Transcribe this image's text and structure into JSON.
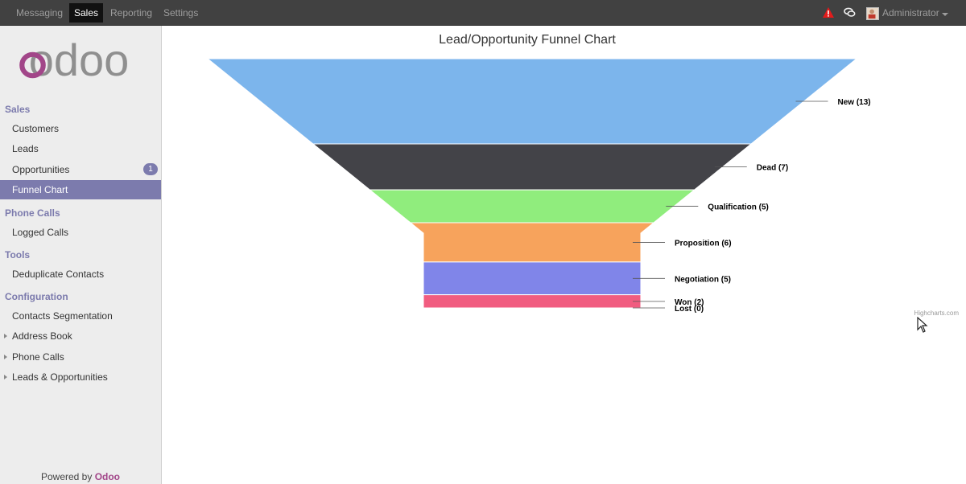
{
  "topbar": {
    "menu": [
      "Messaging",
      "Sales",
      "Reporting",
      "Settings"
    ],
    "active_menu": "Sales",
    "user": "Administrator"
  },
  "sidebar": {
    "logo_text": "odoo",
    "sections": [
      {
        "title": "Sales",
        "items": [
          {
            "label": "Customers"
          },
          {
            "label": "Leads"
          },
          {
            "label": "Opportunities",
            "badge": "1"
          },
          {
            "label": "Funnel Chart",
            "active": true
          }
        ]
      },
      {
        "title": "Phone Calls",
        "items": [
          {
            "label": "Logged Calls"
          }
        ]
      },
      {
        "title": "Tools",
        "items": [
          {
            "label": "Deduplicate Contacts"
          }
        ]
      },
      {
        "title": "Configuration",
        "items": [
          {
            "label": "Contacts Segmentation"
          },
          {
            "label": "Address Book",
            "expandable": true
          },
          {
            "label": "Phone Calls",
            "expandable": true
          },
          {
            "label": "Leads & Opportunities",
            "expandable": true
          }
        ]
      }
    ],
    "powered_by": "Powered by",
    "powered_brand": "Odoo"
  },
  "colors": {
    "accent": "#7c7bad",
    "brand": "#a24689",
    "topbar": "#414141",
    "alert": "#e31b1b"
  },
  "icons": [
    "alert-icon",
    "chat-icon",
    "avatar",
    "caret-down-icon",
    "expand-triangle-icon",
    "mouse-cursor-icon"
  ],
  "chart_data": {
    "type": "funnel",
    "title": "Lead/Opportunity Funnel Chart",
    "credits": "Highcharts.com",
    "stages": [
      {
        "name": "New",
        "value": 13,
        "label": "New (13)",
        "color": "#7cb5ec"
      },
      {
        "name": "Dead",
        "value": 7,
        "label": "Dead (7)",
        "color": "#434348"
      },
      {
        "name": "Qualification",
        "value": 5,
        "label": "Qualification (5)",
        "color": "#90ed7d"
      },
      {
        "name": "Proposition",
        "value": 6,
        "label": "Proposition (6)",
        "color": "#f7a35c"
      },
      {
        "name": "Negotiation",
        "value": 5,
        "label": "Negotiation (5)",
        "color": "#8085e9"
      },
      {
        "name": "Won",
        "value": 2,
        "label": "Won (2)",
        "color": "#f15c80"
      },
      {
        "name": "Lost",
        "value": 0,
        "label": "Lost (0)",
        "color": "#e4d354"
      }
    ]
  }
}
